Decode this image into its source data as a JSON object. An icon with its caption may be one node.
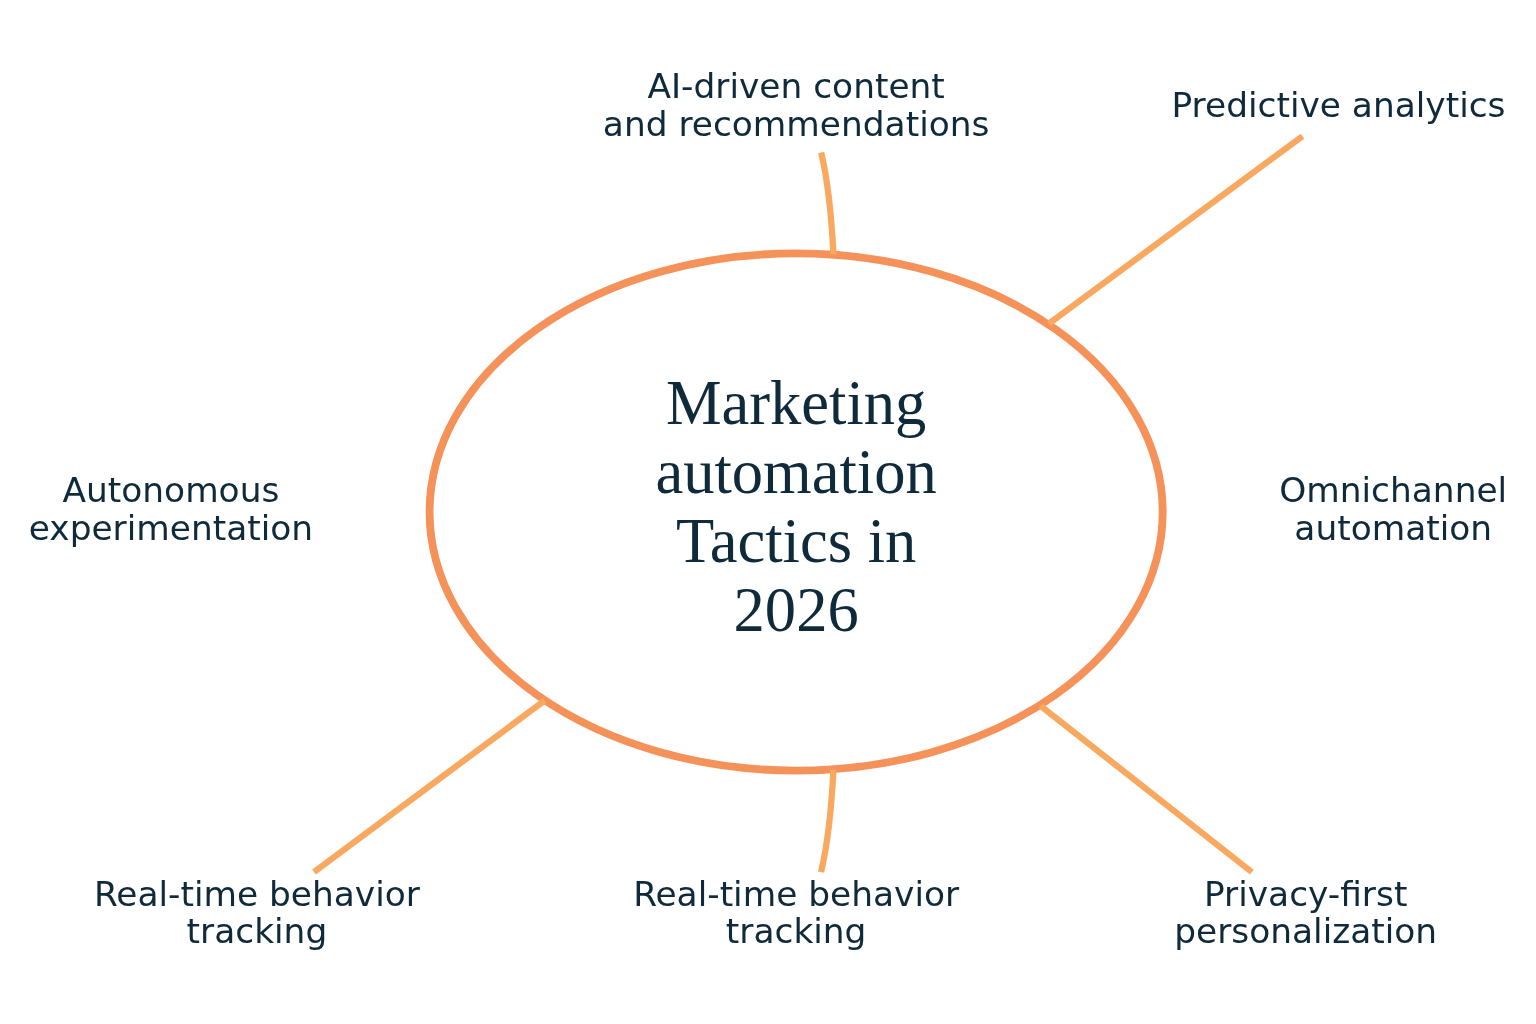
{
  "diagram": {
    "nodes": [
      {
        "text": [
          "Marketing automation Tactics in 2026"
        ]
      },
      {
        "text": [
          "AI-driven content and recommendations"
        ]
      },
      {
        "text": [
          "Predictive analytics"
        ]
      },
      {
        "text": [
          "Autonomous experimentation"
        ]
      },
      {
        "text": [
          "Omnichannel automation"
        ]
      },
      {
        "text": [
          "Real-time behavior tracking"
        ]
      },
      {
        "text": [
          "Real-time behavior tracking"
        ]
      },
      {
        "text": [
          "Privacy-first personalization"
        ]
      }
    ],
    "edges": [
      {
        "from": 0,
        "to": 1,
        "arrow": "none"
      },
      {
        "from": 0,
        "to": 2,
        "arrow": "none"
      },
      {
        "from": 0,
        "to": 5,
        "arrow": "none"
      },
      {
        "from": 0,
        "to": 6,
        "arrow": "none"
      },
      {
        "from": 0,
        "to": 7,
        "arrow": "none"
      }
    ]
  }
}
